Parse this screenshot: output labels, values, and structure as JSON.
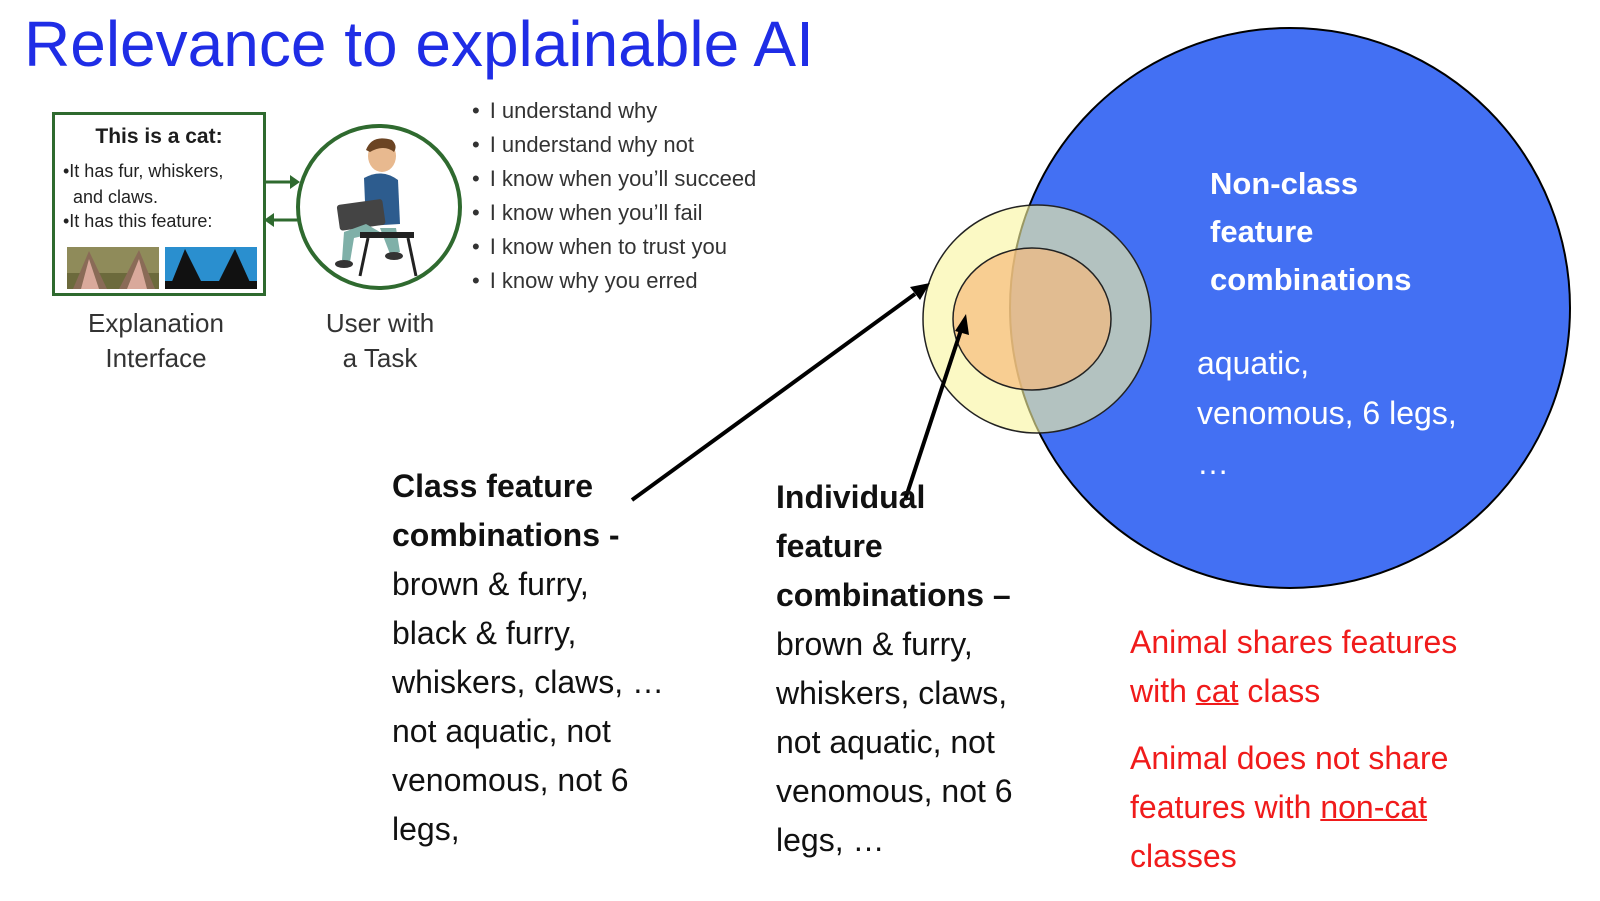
{
  "title": "Relevance to explainable AI",
  "explanation_box": {
    "heading": "This is a cat:",
    "line1": "•It has fur, whiskers,",
    "line1b": "and claws.",
    "line2": "•It has this feature:"
  },
  "explanation_caption": [
    "Explanation",
    "Interface"
  ],
  "user_caption": [
    "User with",
    "a Task"
  ],
  "bullets": [
    "I understand why",
    "I understand why not",
    "I know when you’ll succeed",
    "I know when you’ll fail",
    "I know when to trust you",
    "I know why you erred"
  ],
  "nonclass": {
    "title": [
      "Non-class",
      "feature",
      "combinations"
    ],
    "examples": [
      "aquatic,",
      "venomous, 6 legs,",
      "…"
    ]
  },
  "class_block": {
    "heading": [
      "Class feature",
      "combinations -"
    ],
    "lines": [
      "brown & furry,",
      "black & furry,",
      "whiskers, claws, …",
      "not aquatic, not",
      "venomous, not 6",
      "legs,"
    ]
  },
  "individual_block": {
    "heading": [
      "Individual",
      "feature",
      "combinations –"
    ],
    "lines": [
      "brown & furry,",
      "whiskers, claws,",
      "not aquatic, not",
      "venomous, not 6",
      "legs, …"
    ]
  },
  "red_notes": {
    "line1a": "Animal shares features",
    "line1b_pre": "with ",
    "line1b_ul": "cat",
    "line1b_post": " class",
    "line2a": "Animal does not share",
    "line2b_pre": "features with ",
    "line2b_ul": "non-cat",
    "line3": "classes"
  },
  "colors": {
    "title": "#1f2de6",
    "nonclass_circle": "#4370f3",
    "class_circle": "#f8f6a0",
    "individual_circle": "#f6b97a",
    "frame_green": "#2f6a2f",
    "red_text": "#f01b1b"
  }
}
